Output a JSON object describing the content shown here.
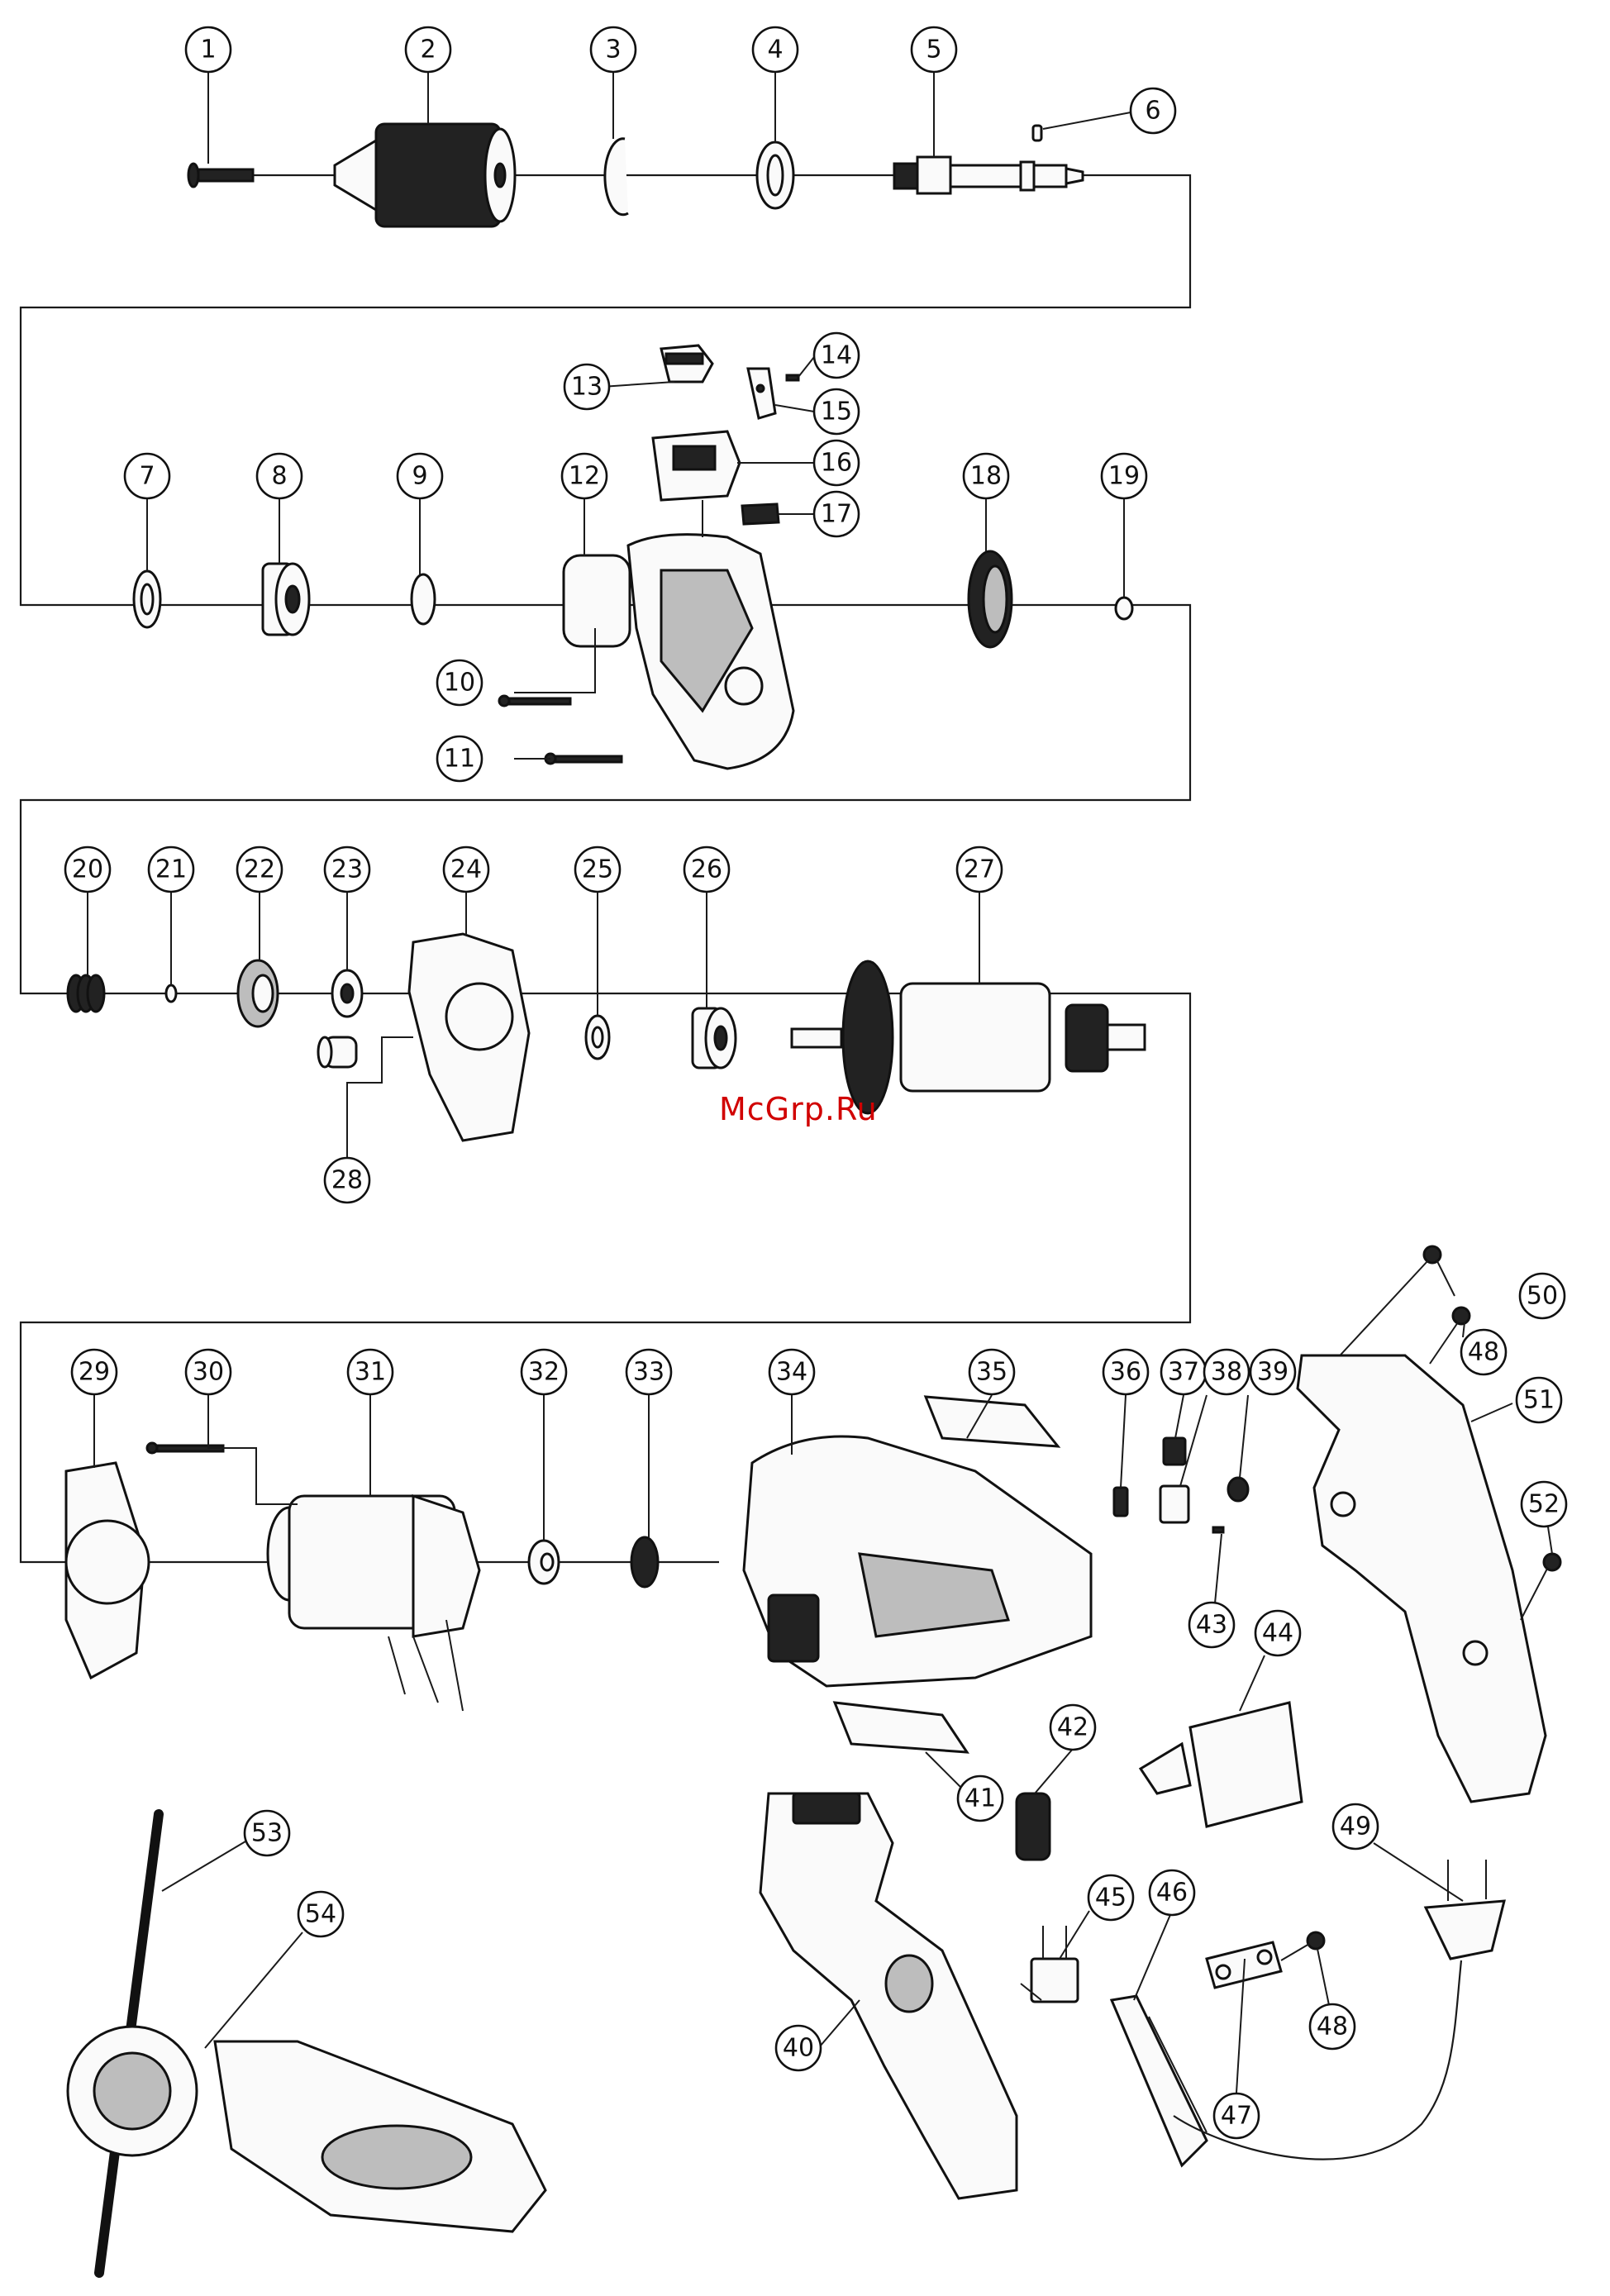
{
  "watermark": "McGrp.Ru",
  "labels": {
    "p1": "1",
    "p2": "2",
    "p3": "3",
    "p4": "4",
    "p5": "5",
    "p6": "6",
    "p7": "7",
    "p8": "8",
    "p9": "9",
    "p10": "10",
    "p11": "11",
    "p12": "12",
    "p13": "13",
    "p14": "14",
    "p15": "15",
    "p16": "16",
    "p17": "17",
    "p18": "18",
    "p19": "19",
    "p20": "20",
    "p21": "21",
    "p22": "22",
    "p23": "23",
    "p24": "24",
    "p25": "25",
    "p26": "26",
    "p27": "27",
    "p28": "28",
    "p29": "29",
    "p30": "30",
    "p31": "31",
    "p32": "32",
    "p33": "33",
    "p34": "34",
    "p35": "35",
    "p36": "36",
    "p37": "37",
    "p38": "38",
    "p39": "39",
    "p40": "40",
    "p41": "41",
    "p42": "42",
    "p43": "43",
    "p44": "44",
    "p45": "45",
    "p46": "46",
    "p47": "47",
    "p48a": "48",
    "p48b": "48",
    "p49": "49",
    "p50": "50",
    "p51": "51",
    "p52": "52",
    "p53": "53",
    "p54": "54"
  }
}
